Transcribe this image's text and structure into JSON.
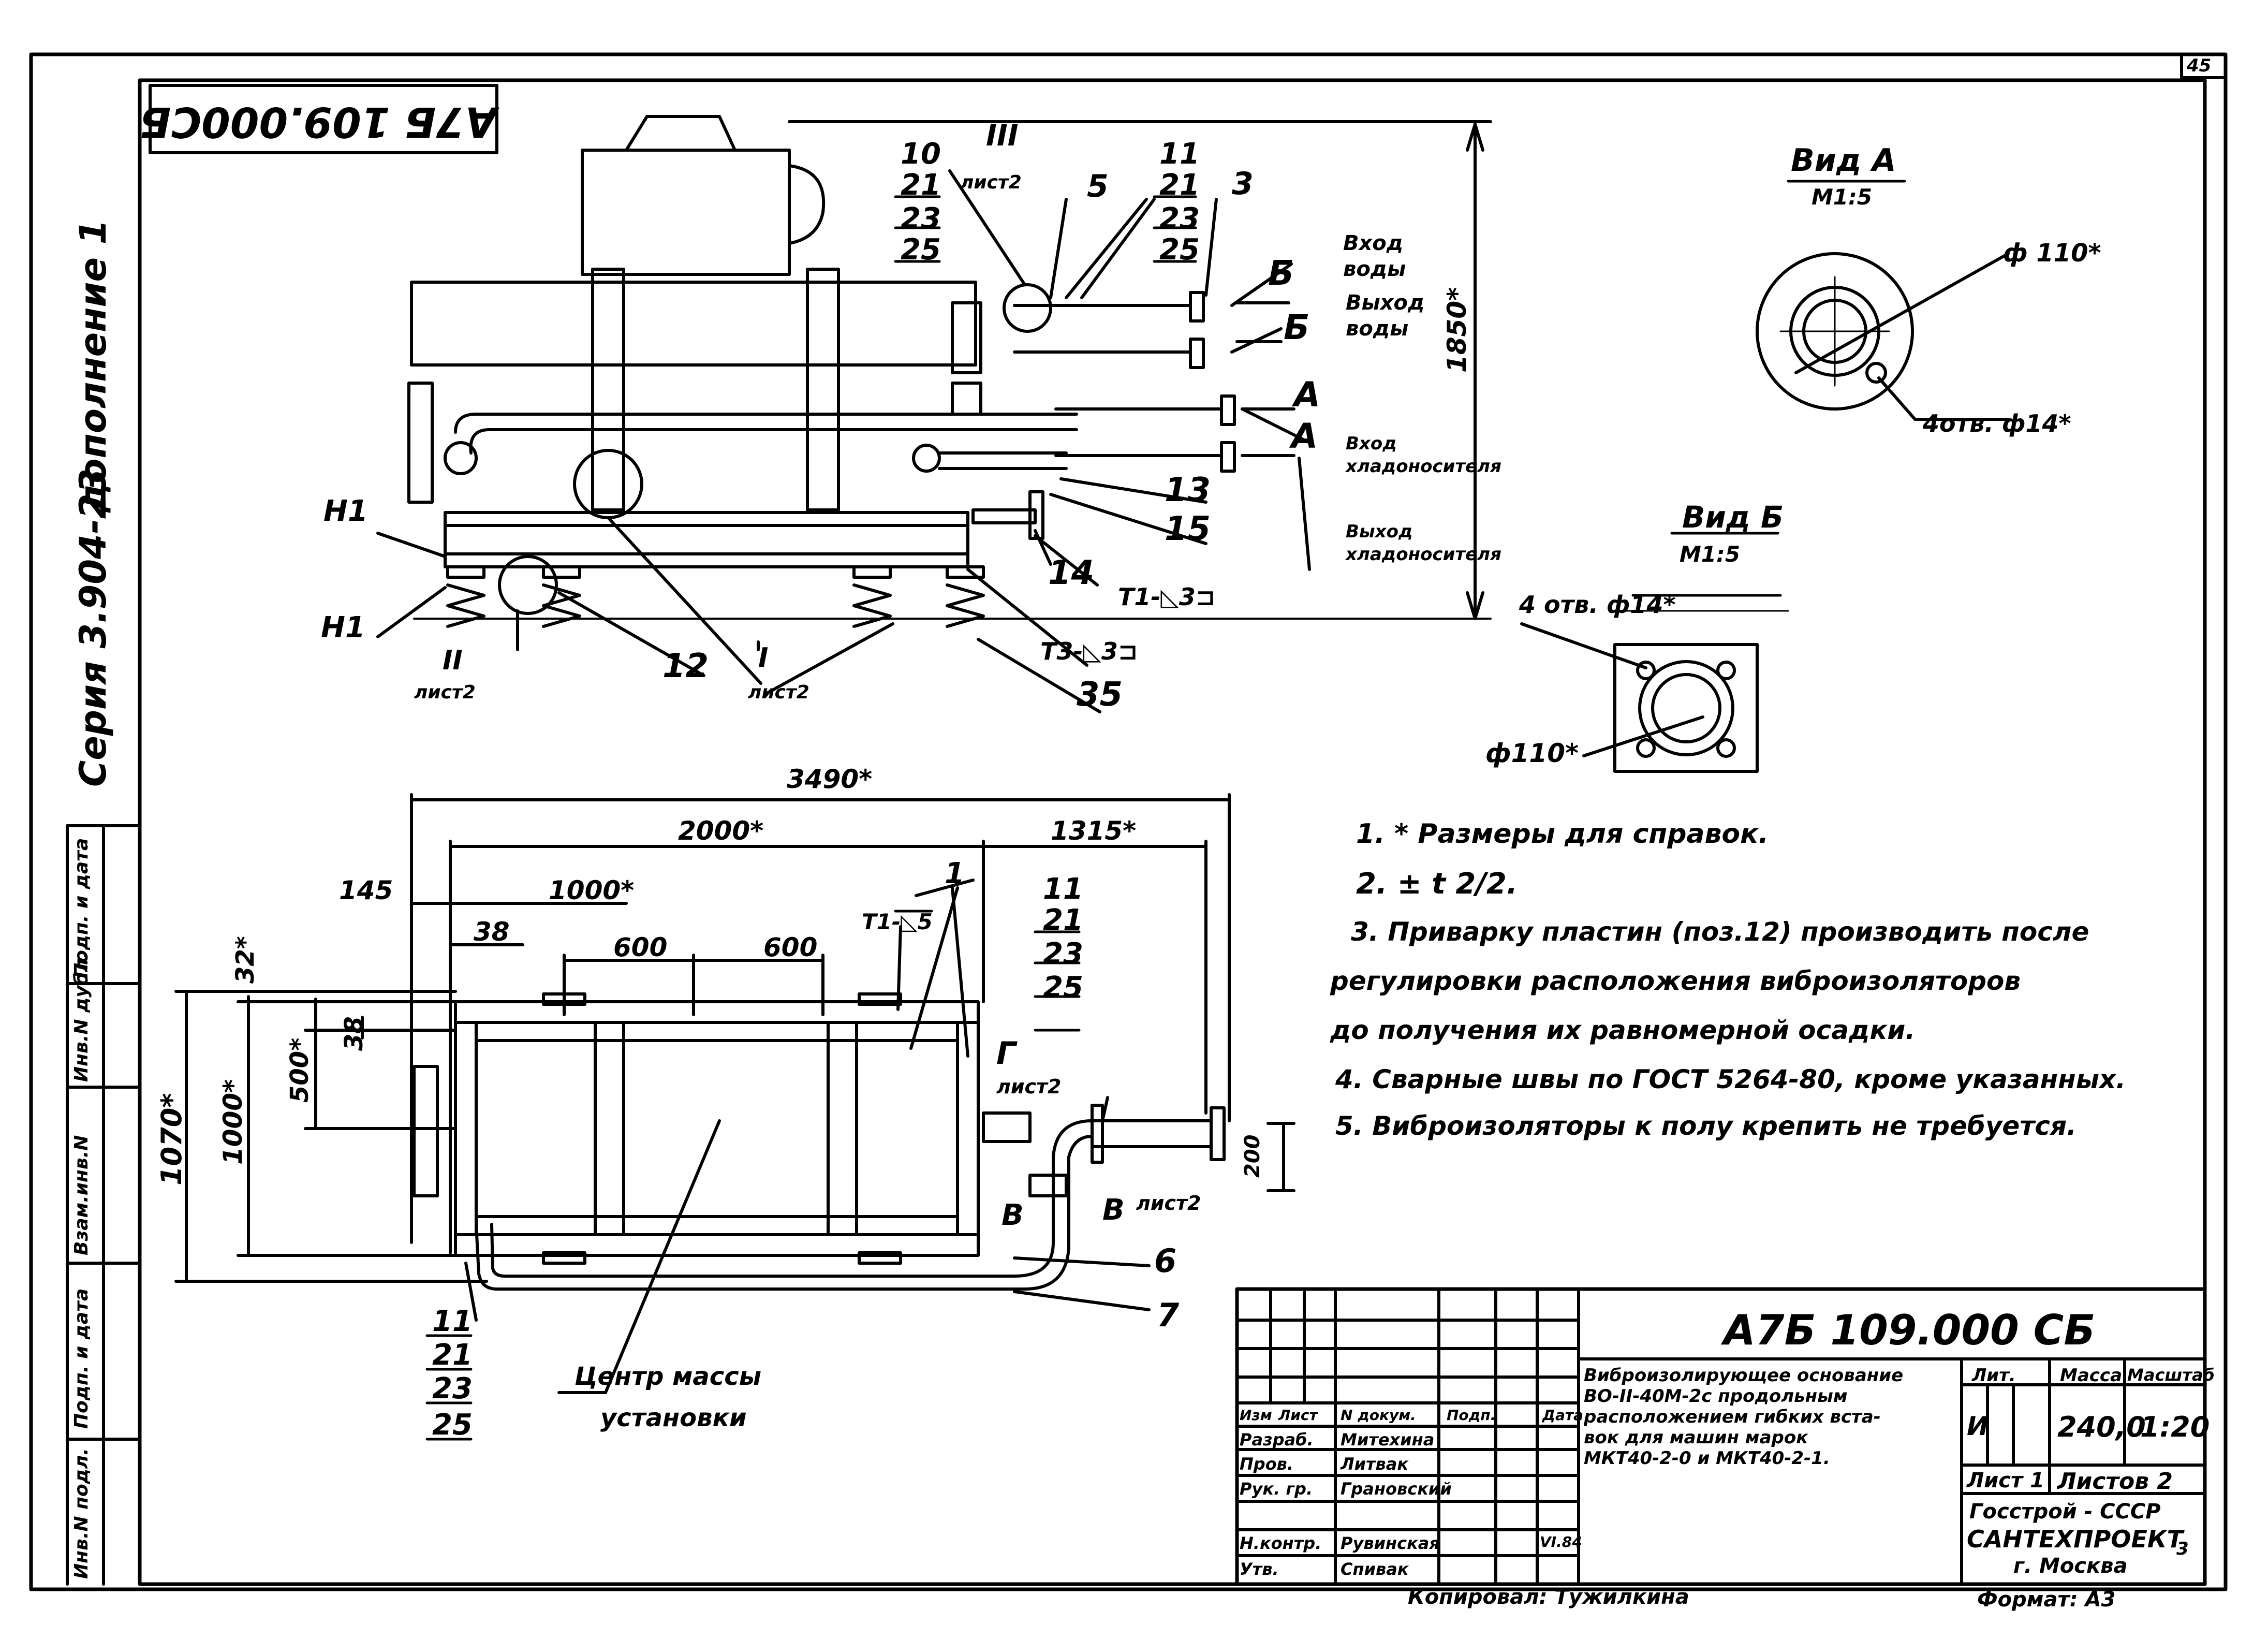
{
  "sheet_number": "45",
  "document_code_rotated": "А7Б 109.000СБ",
  "series_side": "Серия 3.904-23",
  "supplement_side": "дополнение 1",
  "side_table_labels": [
    "Инв.N подл.",
    "Подп. и дата",
    "Взам.инв.N",
    "Инв.N дубл.",
    "Подп. и дата"
  ],
  "top_view": {
    "callout_10": [
      "10",
      "21",
      "23",
      "25"
    ],
    "callout_11": [
      "11",
      "21",
      "23",
      "25"
    ],
    "section_III": "III",
    "sheet2": "лист2",
    "pos_5": "5",
    "pos_3": "3",
    "water_in": "Вход воды",
    "water_out": "Выход воды",
    "coolant_in": "Вход хладоносителя",
    "coolant_out": "Выход хладоносителя",
    "label_B1": "Б",
    "label_B2": "Б",
    "label_A1": "А",
    "label_A2": "А",
    "pos_13": "13",
    "pos_15": "15",
    "pos_14": "14",
    "weld_T1": "Т1-◺3⊐",
    "weld_T3": "Т3-◺3⊐",
    "pos_H1_top": "Н1",
    "pos_H1_bottom": "Н1",
    "pos_12": "12",
    "pos_35": "35",
    "section_II": "II",
    "section_II_sheet": "лист2",
    "section_I": "I",
    "section_I_sheet": "лист2",
    "dim_1850": "1850*"
  },
  "view_A": {
    "title": "Вид А",
    "scale": "М1:5",
    "diameter": "ф 110*",
    "holes": "4отв. ф14*"
  },
  "view_B": {
    "title": "Вид Б",
    "scale": "М1:5",
    "holes": "4 отв. ф14*",
    "diameter": "ф110*"
  },
  "plan_view": {
    "dim_3490": "3490*",
    "dim_2000": "2000*",
    "dim_1315": "1315*",
    "dim_1000_top": "1000*",
    "dim_145": "145",
    "dim_38_h": "38",
    "dim_600_a": "600",
    "dim_600_b": "600",
    "dim_32": "32*",
    "dim_38_v": "38",
    "dim_500": "500*",
    "dim_1000_v": "1000*",
    "dim_1070": "1070*",
    "dim_200": "200",
    "pos_1": "1",
    "weld_T1_5": "Т1-◺5",
    "callout_11": [
      "11",
      "21",
      "23",
      "25"
    ],
    "section_G": "Г",
    "section_G_sheet": "лист2",
    "section_V_left": "В",
    "section_V_right": "В",
    "section_V_sheet": "лист2",
    "pos_6": "6",
    "pos_7": "7",
    "callout_bottom": [
      "11",
      "21",
      "23",
      "25"
    ],
    "center_mass": [
      "Центр массы",
      "установки"
    ]
  },
  "notes": [
    "1. * Размеры для справок.",
    "2. ± t 2/2.",
    "3. Приварку пластин (поз.12) производить после",
    "регулировки расположения виброизоляторов",
    "до получения их равномерной осадки.",
    "4. Сварные швы по ГОСТ 5264-80, кроме указанных.",
    "5. Виброизоляторы к полу крепить не требуется."
  ],
  "title_block": {
    "code": "А7Б 109.000 СБ",
    "description": [
      "Виброизолирующее основание",
      "ВО-II-40М-2с продольным",
      "расположением гибких вста-",
      "вок для машин марок",
      "МКТ40-2-0 и МКТ40-2-1."
    ],
    "col_headers": [
      "Изм",
      "Лист",
      "N докум.",
      "Подп.",
      "Дата"
    ],
    "roles": [
      {
        "role": "Разраб.",
        "name": "Митехина"
      },
      {
        "role": "Пров.",
        "name": "Литвак"
      },
      {
        "role": "Рук. гр.",
        "name": "Грановский"
      },
      {
        "role": "Н.контр.",
        "name": "Рувинская"
      },
      {
        "role": "Утв.",
        "name": "Спивак"
      }
    ],
    "date_signed": "VI.84",
    "lit_label": "Лит.",
    "lit_value": "И",
    "mass_label": "Масса",
    "mass_value": "240,0",
    "scale_label": "Масштаб",
    "scale_value": "1:20",
    "sheet_label": "Лист 1",
    "sheets_label": "Листов 2",
    "org_1": "Госстрой - СССР",
    "org_2": "САНТЕХПРОЕКТ",
    "org_3": "г. Москва",
    "org_num": "3"
  },
  "copied_by": "Копировал: Тужилкина",
  "format": "Формат: А3"
}
